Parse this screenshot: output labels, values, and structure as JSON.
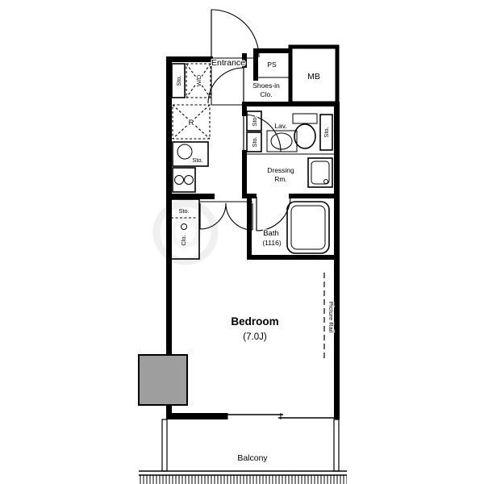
{
  "floorplan": {
    "labels": {
      "entrance": "Entrance",
      "ps": "PS",
      "mb": "MB",
      "shoes_line1": "Shoes-in",
      "shoes_line2": "Clo.",
      "sto": "Sto.",
      "wd": "W/D",
      "refrigerator": "R",
      "lav": "Lav.",
      "dressing_line1": "Dressing",
      "dressing_line2": "Rm.",
      "bath": "Bath",
      "bath_size": "(1116)",
      "closet": "Clo.",
      "bedroom": "Bedroom",
      "bedroom_size": "(7.0J)",
      "picture_rail": "Picture Rail",
      "balcony": "Balcony"
    },
    "colors": {
      "wall": "#000000",
      "pillar_fill": "#9e9e9e",
      "background": "#ffffff",
      "watermark": "#e4e4e4"
    }
  }
}
